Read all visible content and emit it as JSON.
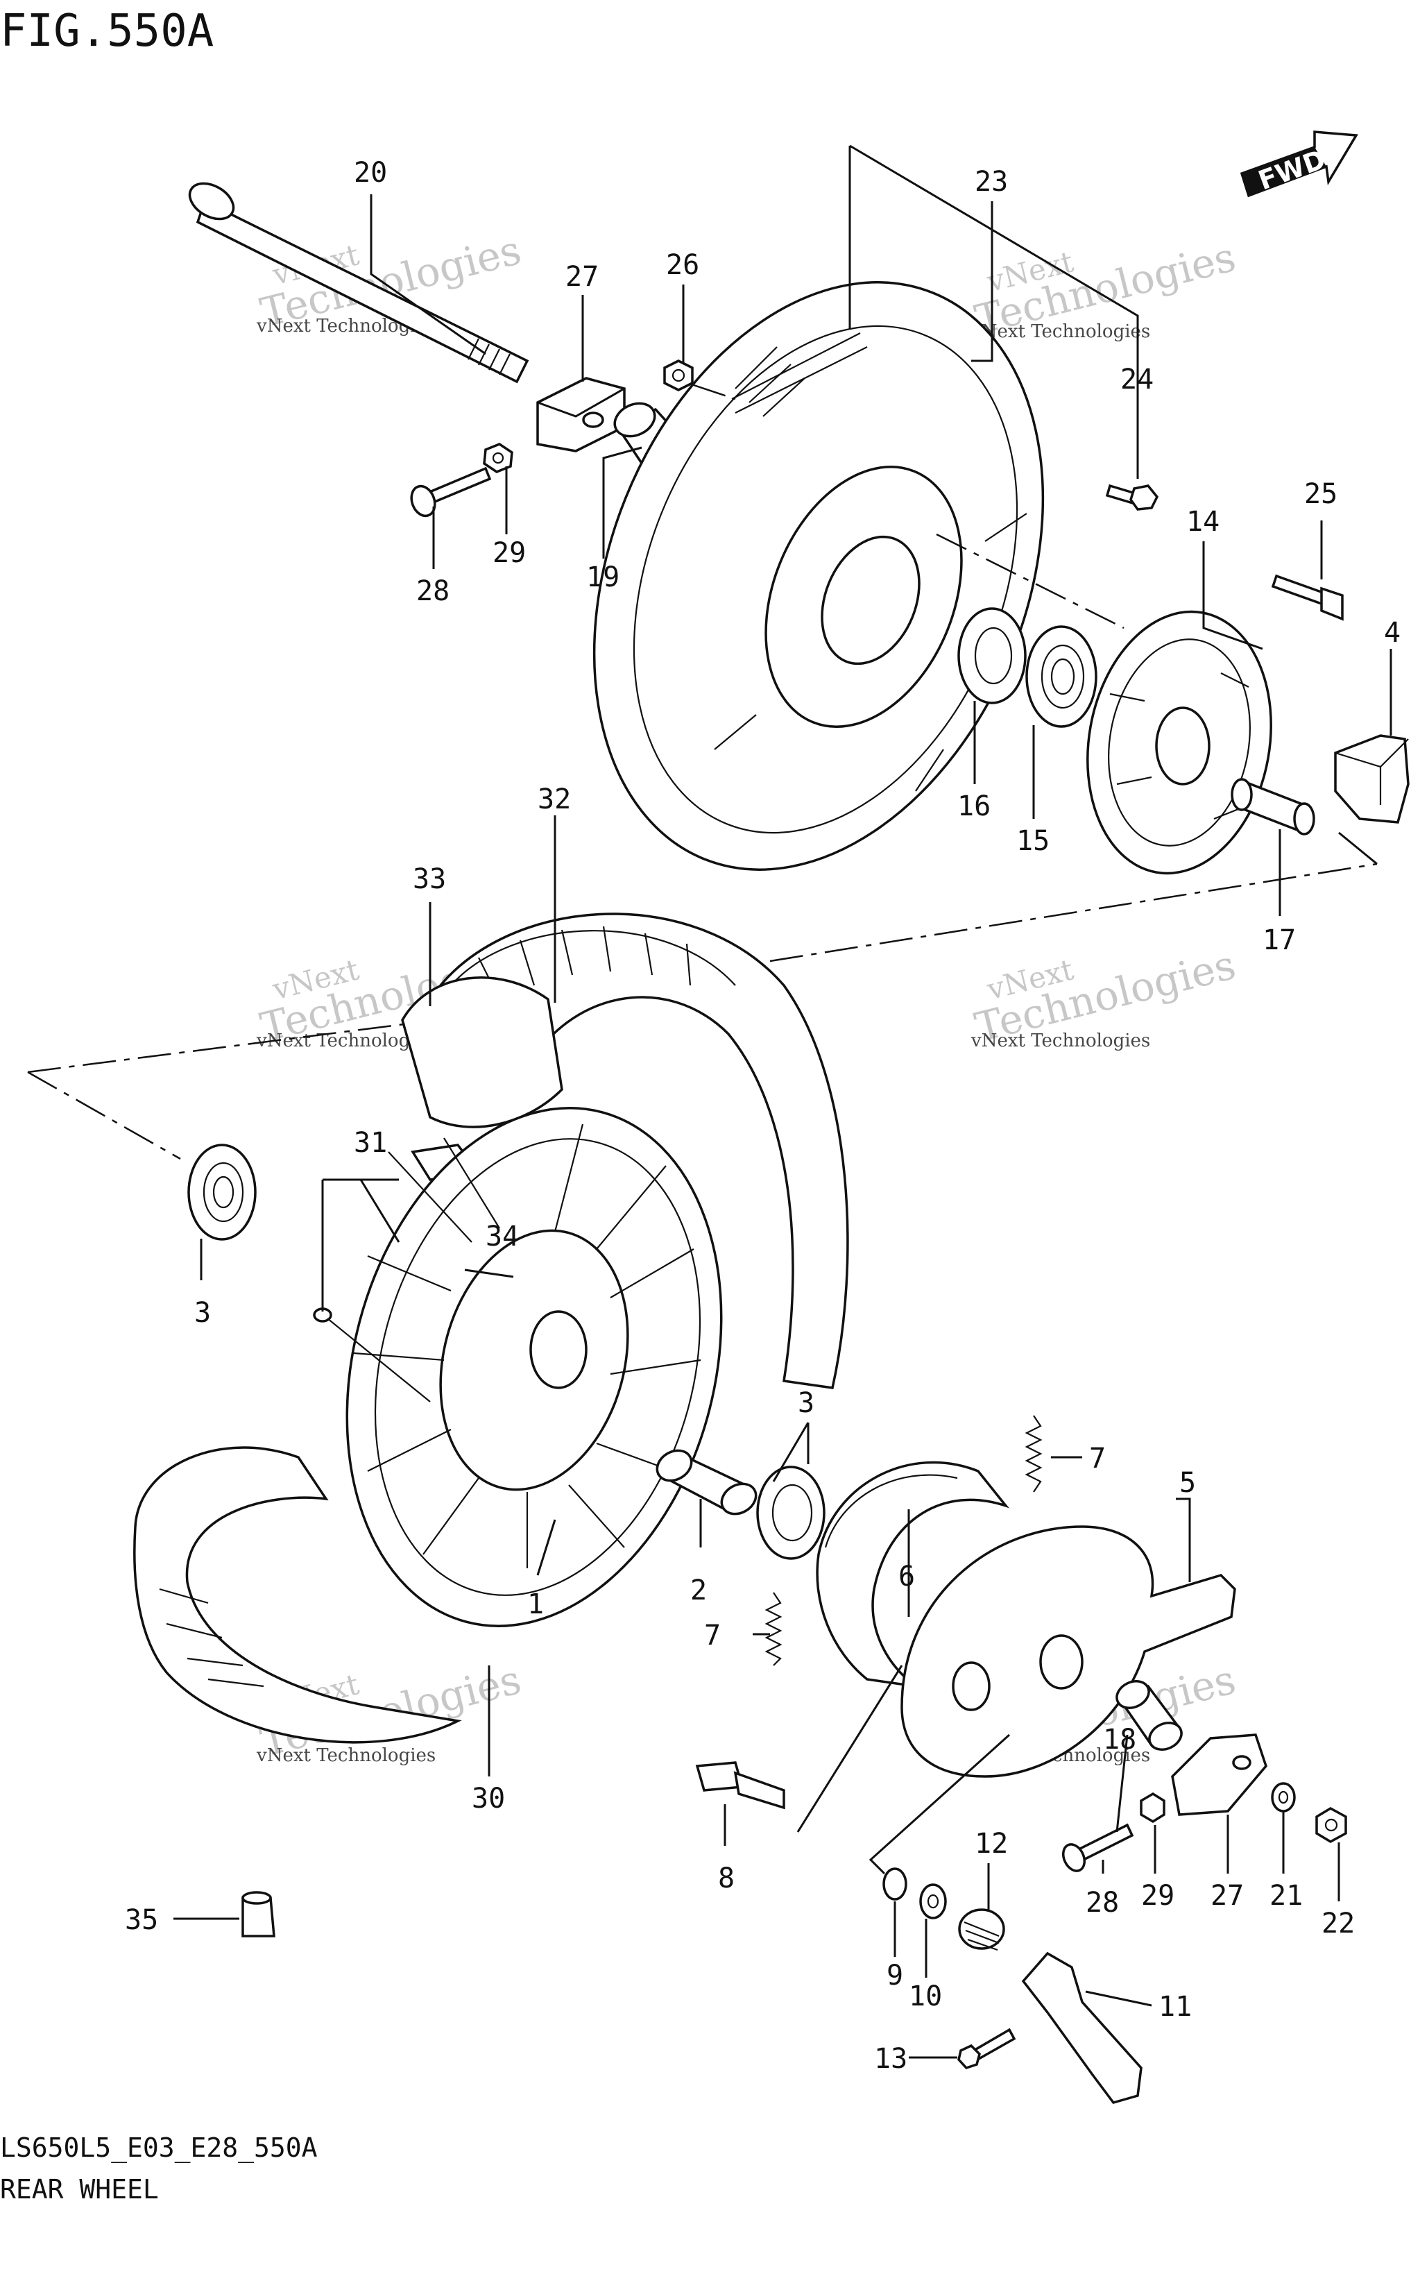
{
  "header": {
    "figure_id": "FIG.550A"
  },
  "footer": {
    "model_code": "LS650L5_E03_E28_550A",
    "title": "REAR WHEEL"
  },
  "badge": {
    "fwd": "FWD"
  },
  "watermark": {
    "line1": "vNext",
    "line2": "vNext Technologies",
    "line3": "Technologies"
  },
  "callouts": {
    "c1": "1",
    "c2": "2",
    "c3a": "3",
    "c3b": "3",
    "c4": "4",
    "c5": "5",
    "c6": "6",
    "c7a": "7",
    "c7b": "7",
    "c8": "8",
    "c9": "9",
    "c10": "10",
    "c11": "11",
    "c12": "12",
    "c13": "13",
    "c14": "14",
    "c15": "15",
    "c16": "16",
    "c17": "17",
    "c18": "18",
    "c19": "19",
    "c20": "20",
    "c21": "21",
    "c22": "22",
    "c23": "23",
    "c24": "24",
    "c25": "25",
    "c26": "26",
    "c27a": "27",
    "c27b": "27",
    "c28a": "28",
    "c28b": "28",
    "c29a": "29",
    "c29b": "29",
    "c30": "30",
    "c31": "31",
    "c32": "32",
    "c33": "33",
    "c34": "34",
    "c35": "35"
  }
}
